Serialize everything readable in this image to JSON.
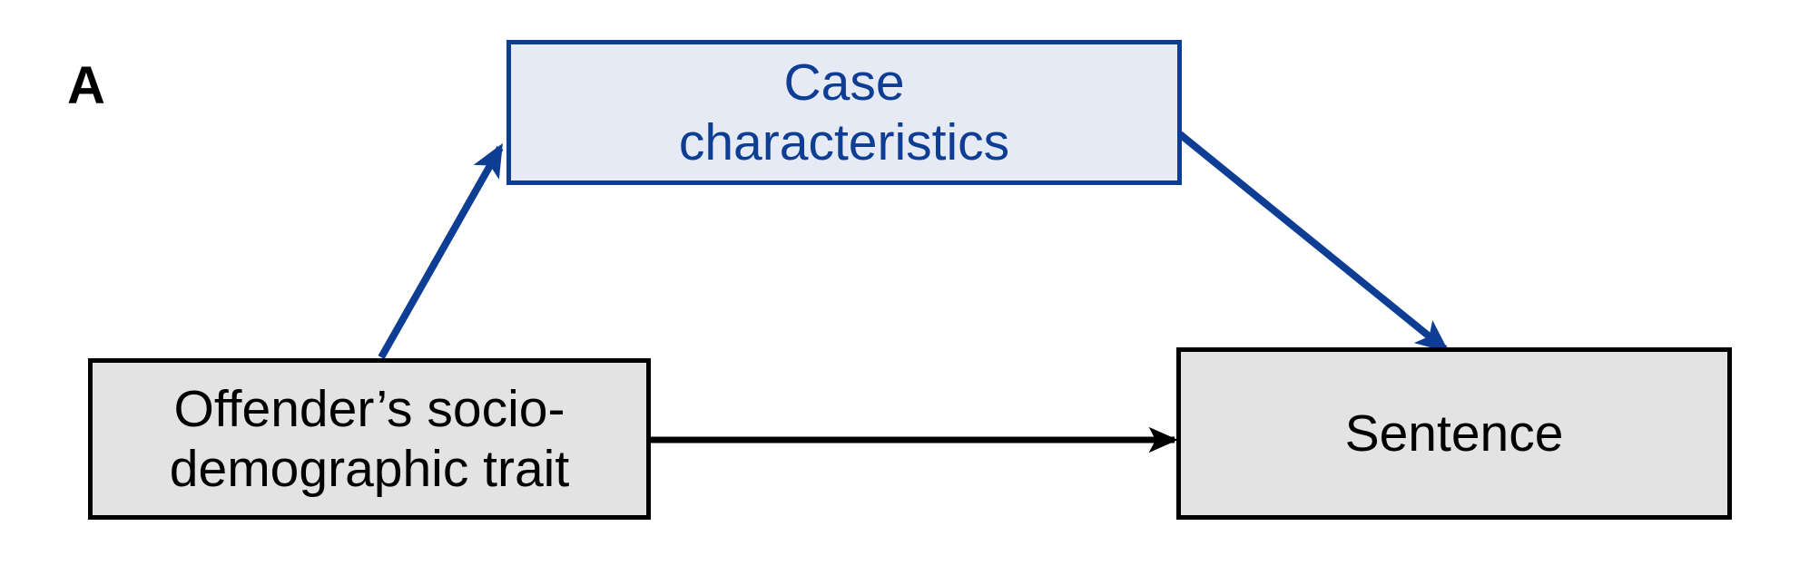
{
  "figure": {
    "panel_label": "A",
    "background_color": "#ffffff"
  },
  "nodes": [
    {
      "id": "case-characteristics",
      "label": "Case\ncharacteristics",
      "role": "mediator",
      "fill_color": "#e6eaf4",
      "border_color": "#0e3d94",
      "text_color": "#0e3d94"
    },
    {
      "id": "offender-sociodemographic-trait",
      "label": "Offender’s socio-\ndemographic trait",
      "role": "exposure",
      "fill_color": "#e3e3e3",
      "border_color": "#000000",
      "text_color": "#000000"
    },
    {
      "id": "sentence",
      "label": "Sentence",
      "role": "outcome",
      "fill_color": "#e3e3e3",
      "border_color": "#000000",
      "text_color": "#000000"
    }
  ],
  "edges": [
    {
      "id": "trait-to-case",
      "from": "offender-sociodemographic-trait",
      "to": "case-characteristics",
      "color": "#0e3d94",
      "label": ""
    },
    {
      "id": "case-to-sentence",
      "from": "case-characteristics",
      "to": "sentence",
      "color": "#0e3d94",
      "label": ""
    },
    {
      "id": "trait-to-sentence",
      "from": "offender-sociodemographic-trait",
      "to": "sentence",
      "color": "#000000",
      "label": ""
    }
  ]
}
